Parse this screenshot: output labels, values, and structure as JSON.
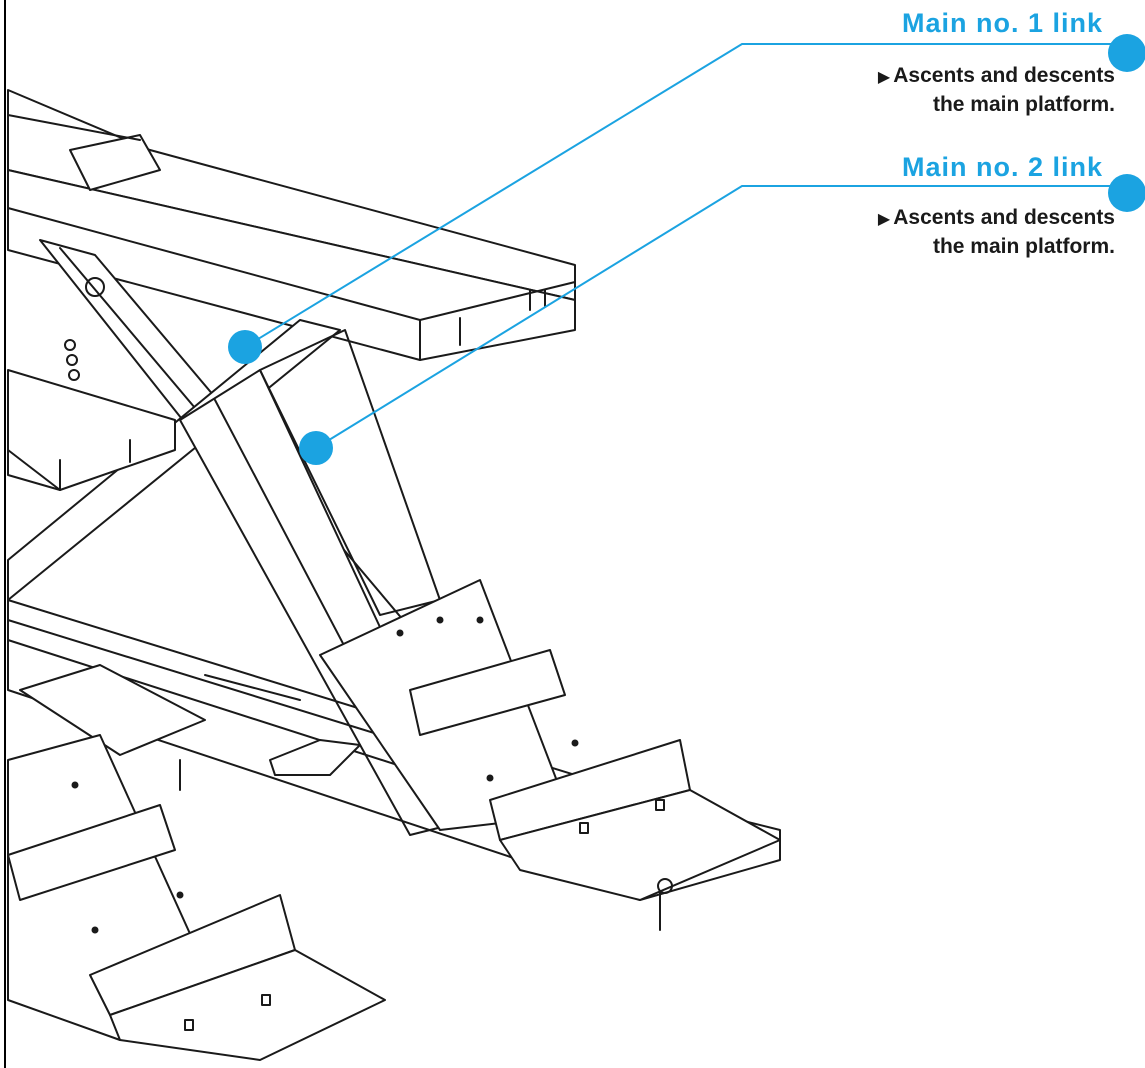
{
  "callouts": [
    {
      "title": "Main no. 1 link",
      "description": [
        "Ascents and descents",
        "the main platform."
      ]
    },
    {
      "title": "Main no. 2 link",
      "description": [
        "Ascents and descents",
        "the main platform."
      ]
    }
  ],
  "bullet_glyph": "▶",
  "colors": {
    "accent": "#1ba3e1",
    "line": "#1a1a1a",
    "frame": "#000000",
    "background": "#ffffff"
  }
}
